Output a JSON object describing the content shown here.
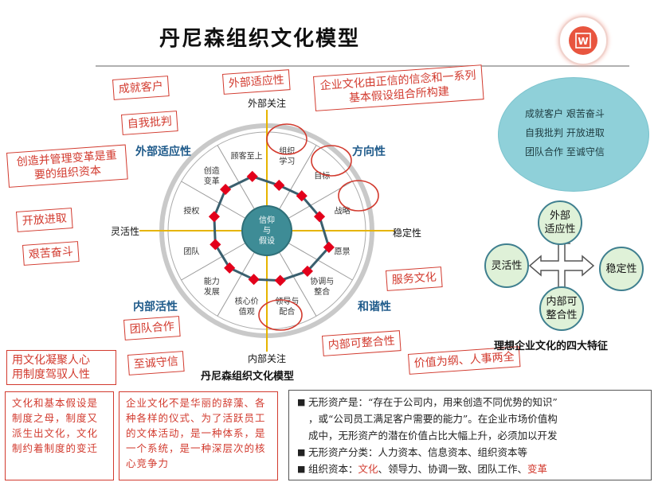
{
  "title": "丹尼森组织文化模型",
  "wheel": {
    "center": [
      "信",
      "仰",
      "与",
      "假",
      "设"
    ],
    "axis": {
      "top": "外部关注",
      "bottom": "内部关注",
      "left": "灵活性",
      "right": "稳定性"
    },
    "quadrants": {
      "top_left": "外部适应性",
      "top_right": "方向性",
      "bottom_left": "内部活性",
      "bottom_right": "和谐性"
    },
    "segments": [
      {
        "text": "组织\n学习"
      },
      {
        "text": "目标"
      },
      {
        "text": "战略"
      },
      {
        "text": "愿景"
      },
      {
        "text": "协调与\n整合"
      },
      {
        "text": "领导与\n配合"
      },
      {
        "text": "核心价\n值观"
      },
      {
        "text": "能力\n发展"
      },
      {
        "text": "团队"
      },
      {
        "text": "授权"
      },
      {
        "text": "创造\n变革"
      },
      {
        "text": "顾客至上"
      }
    ],
    "caption": "丹尼森组织文化模型"
  },
  "tags": {
    "t1": "成就客户",
    "t2": "自我批判",
    "t3": "外部适应性",
    "t4": "企业文化由正信的信念和一系列基本假设组合所构建",
    "t5": "创造并管理变革是重要的组织资本",
    "t6": "开放进取",
    "t7": "艰苦奋斗",
    "t8": "服务文化",
    "t9": "团队合作",
    "t10": "至诚守信",
    "t11": "内部可整合性",
    "t12": "价值为纲、人事两全",
    "t13": "用文化凝聚人心\n用制度驾驭人性"
  },
  "values_circle": {
    "lines": [
      "成就客户  艰苦奋斗",
      "自我批判  开放进取",
      "团队合作  至诚守信"
    ]
  },
  "four_features": {
    "top": "外部\n适应性",
    "left": "灵活性",
    "right": "稳定性",
    "bottom": "内部可\n整合性",
    "caption": "理想企业文化的四大特征"
  },
  "box_system": "文化和基本假设是制度之母，制度又派生出文化，文化制约着制度的变迁",
  "box_culture": "企业文化不是华丽的辞藻、各种各样的仪式、为了活跃员工的文体活动，是一种体系，是一个系统，是一种深层次的核心竞争力",
  "intangible": {
    "b1a": "无形资产是：“存在于公司内，用来创造不同优势的知识”",
    "b1b": "，或“公司员工满足客户需要的能力”。在企业市场价值构",
    "b1c": "成中，无形资产的潜在价值占比大幅上升，必须加以开发",
    "b2": "无形资产分类：人力资本、信息资本、组织资本等",
    "b3_prefix": "组织资本：",
    "b3_culture": "文化",
    "b3_mid": "、领导力、协调一致、团队工作、",
    "b3_change": "变革"
  },
  "colors": {
    "accent_red": "#d23a2e",
    "teal": "#8fd0d9",
    "wheel_center": "#3e8c96",
    "marker": "#e3001b"
  }
}
